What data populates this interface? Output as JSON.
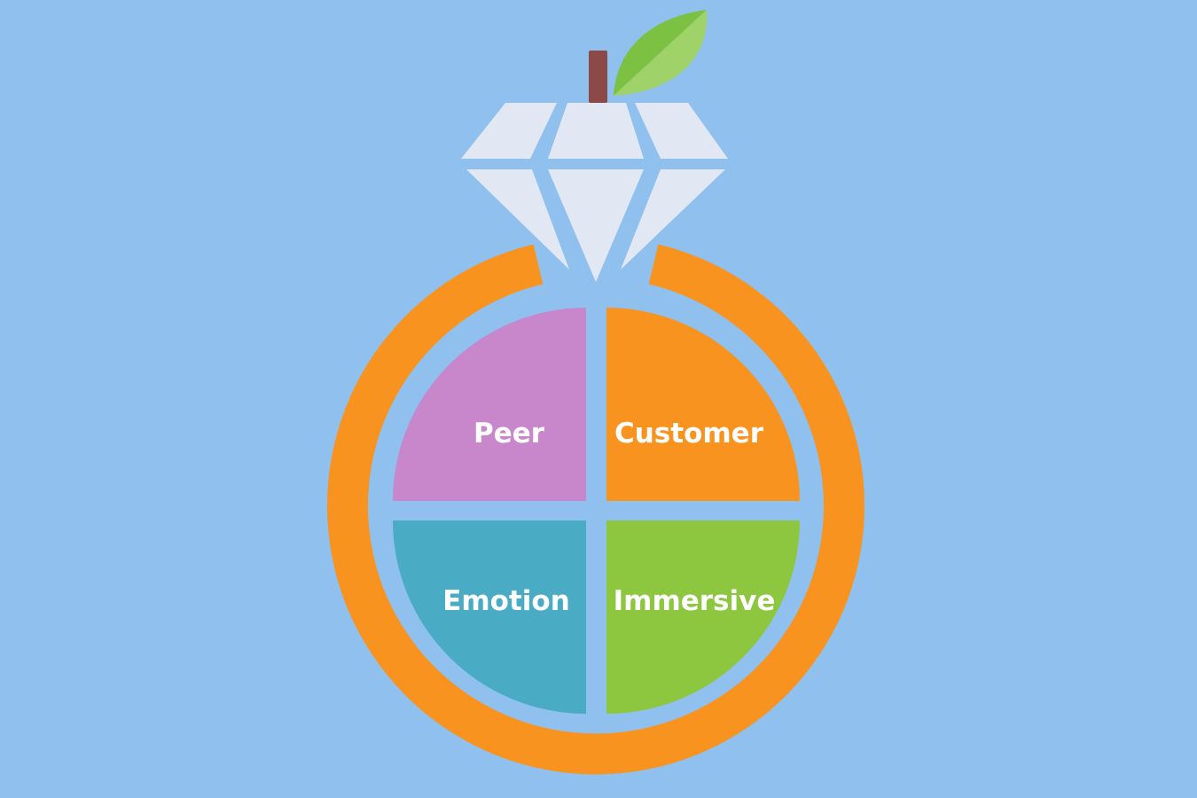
{
  "colors": {
    "background": "#90c0ee",
    "ring": "#f7931e",
    "diamond": "#e2e8f3",
    "stem": "#8b4a47",
    "leaf_dark": "#7cc142",
    "leaf_light": "#9fd36a"
  },
  "quadrants": [
    {
      "id": "peer",
      "label": "Peer",
      "color": "#c886cb"
    },
    {
      "id": "customer",
      "label": "Customer",
      "color": "#f7931e"
    },
    {
      "id": "emotion",
      "label": "Emotion",
      "color": "#49abc4"
    },
    {
      "id": "immersive",
      "label": "Immersive",
      "color": "#8dc63f"
    }
  ],
  "icons": {
    "gem": "diamond-icon",
    "stem": "stem-icon",
    "leaf": "leaf-icon"
  }
}
